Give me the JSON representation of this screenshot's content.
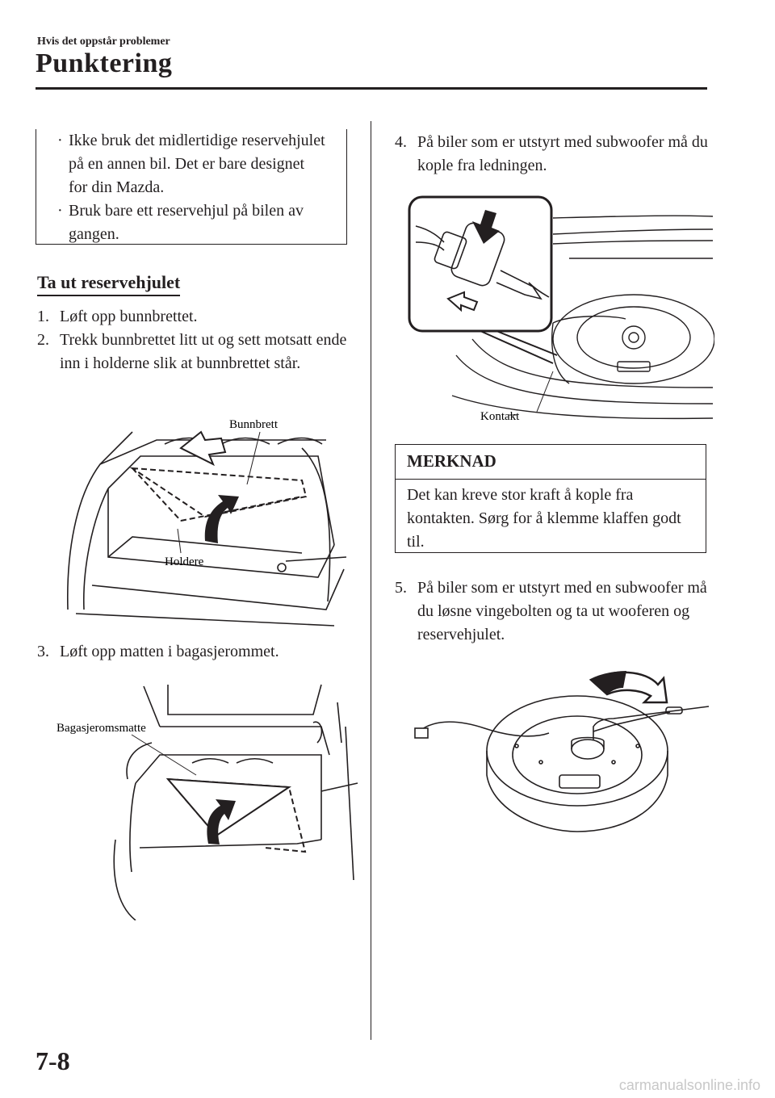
{
  "header": {
    "breadcrumb": "Hvis det oppstår problemer",
    "title": "Punktering"
  },
  "caution": {
    "items": [
      "Ikke bruk det midlertidige reservehjulet på en annen bil. Det er bare designet for din Mazda.",
      "Bruk bare ett reservehjul på bilen av gangen."
    ]
  },
  "section": {
    "heading": "Ta ut reservehjulet"
  },
  "steps": [
    {
      "num": "1.",
      "text": "Løft opp bunnbrettet."
    },
    {
      "num": "2.",
      "text": "Trekk bunnbrettet litt ut og sett motsatt ende inn i holderne slik at bunnbrettet står."
    },
    {
      "num": "3.",
      "text": "Løft opp matten i bagasjerommet."
    },
    {
      "num": "4.",
      "text": "På biler som er utstyrt med subwoofer må du kople fra ledningen."
    },
    {
      "num": "5.",
      "text": "På biler som er utstyrt med en subwoofer må du løsne vingebolten og ta ut wooferen og reservehjulet."
    }
  ],
  "figures": {
    "fig1": {
      "label_top": "Bunnbrett",
      "label_bottom": "Holdere"
    },
    "fig2": {
      "label": "Bagasjeromsmatte"
    },
    "fig3": {
      "label": "Kontakt"
    }
  },
  "note": {
    "heading": "MERKNAD",
    "text": "Det kan kreve stor kraft å kople fra kontakten. Sørg for å klemme klaffen godt til."
  },
  "footer": {
    "page_number": "7-8",
    "watermark": "carmanualsonline.info"
  },
  "icons": [
    "bullet-dot-icon",
    "up-arrow-icon",
    "down-arrow-icon",
    "twist-arrow-icon"
  ]
}
